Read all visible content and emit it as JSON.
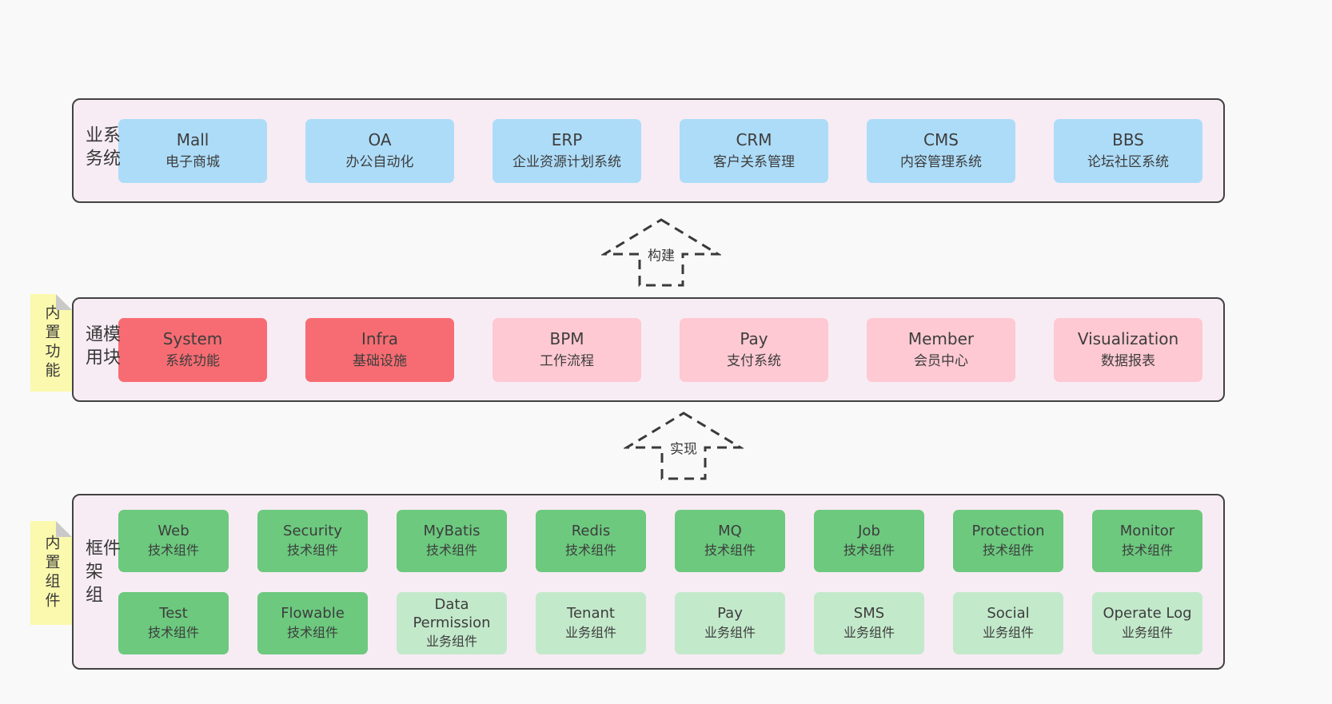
{
  "colors": {
    "page_bg": "#f9f9f9",
    "panel_bg": "#f7ecf4",
    "panel_border": "#424242",
    "box_blue": "#addcf8",
    "box_red": "#f76c72",
    "box_pink": "#fec9d2",
    "box_green": "#6cc97e",
    "box_light_green": "#c3e9cb",
    "note_yellow": "#fbf9ad",
    "note_fold_gray": "#c9c9c9",
    "text": "#3d3d3d"
  },
  "diagram": {
    "layers": [
      {
        "label": "业务系统",
        "boxes": [
          {
            "name": "Mall",
            "desc": "电子商城"
          },
          {
            "name": "OA",
            "desc": "办公自动化"
          },
          {
            "name": "ERP",
            "desc": "企业资源计划系统"
          },
          {
            "name": "CRM",
            "desc": "客户关系管理"
          },
          {
            "name": "CMS",
            "desc": "内容管理系统"
          },
          {
            "name": "BBS",
            "desc": "论坛社区系统"
          }
        ]
      },
      {
        "label": "通用模块",
        "note": "内置功能",
        "boxes": [
          {
            "name": "System",
            "desc": "系统功能"
          },
          {
            "name": "Infra",
            "desc": "基础设施"
          },
          {
            "name": "BPM",
            "desc": "工作流程"
          },
          {
            "name": "Pay",
            "desc": "支付系统"
          },
          {
            "name": "Member",
            "desc": "会员中心"
          },
          {
            "name": "Visualization",
            "desc": "数据报表"
          }
        ]
      },
      {
        "label": "框架组件",
        "note": "内置组件",
        "rows": [
          [
            {
              "name": "Web",
              "desc": "技术组件"
            },
            {
              "name": "Security",
              "desc": "技术组件"
            },
            {
              "name": "MyBatis",
              "desc": "技术组件"
            },
            {
              "name": "Redis",
              "desc": "技术组件"
            },
            {
              "name": "MQ",
              "desc": "技术组件"
            },
            {
              "name": "Job",
              "desc": "技术组件"
            },
            {
              "name": "Protection",
              "desc": "技术组件"
            },
            {
              "name": "Monitor",
              "desc": "技术组件"
            }
          ],
          [
            {
              "name": "Test",
              "desc": "技术组件"
            },
            {
              "name": "Flowable",
              "desc": "技术组件"
            },
            {
              "name": "Data Permission",
              "desc": "业务组件"
            },
            {
              "name": "Tenant",
              "desc": "业务组件"
            },
            {
              "name": "Pay",
              "desc": "业务组件"
            },
            {
              "name": "SMS",
              "desc": "业务组件"
            },
            {
              "name": "Social",
              "desc": "业务组件"
            },
            {
              "name": "Operate Log",
              "desc": "业务组件"
            }
          ]
        ]
      }
    ],
    "arrows": [
      {
        "label": "构建"
      },
      {
        "label": "实现"
      }
    ]
  }
}
